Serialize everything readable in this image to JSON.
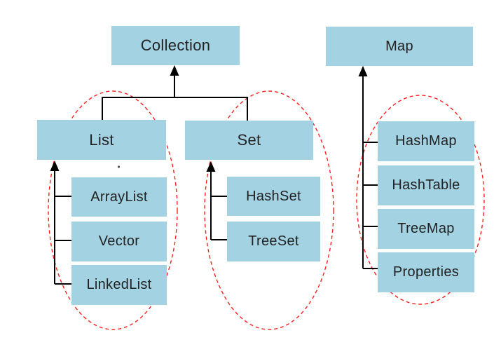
{
  "diagram": {
    "nodes": {
      "collection": {
        "label": "Collection"
      },
      "map": {
        "label": "Map"
      },
      "list": {
        "label": "List"
      },
      "set": {
        "label": "Set"
      },
      "arraylist": {
        "label": "ArrayList"
      },
      "vector": {
        "label": "Vector"
      },
      "linkedlist": {
        "label": "LinkedList"
      },
      "hashset": {
        "label": "HashSet"
      },
      "treeset": {
        "label": "TreeSet"
      },
      "hashmap": {
        "label": "HashMap"
      },
      "hashtable": {
        "label": "HashTable"
      },
      "treemap": {
        "label": "TreeMap"
      },
      "properties": {
        "label": "Properties"
      }
    },
    "edges": [
      {
        "parent": "Collection",
        "children": [
          "List",
          "Set"
        ],
        "connector": "arrow-up"
      },
      {
        "parent": "List",
        "children": [
          "ArrayList",
          "Vector",
          "LinkedList"
        ],
        "connector": "arrow-up"
      },
      {
        "parent": "Set",
        "children": [
          "HashSet",
          "TreeSet"
        ],
        "connector": "arrow-up"
      },
      {
        "parent": "Map",
        "children": [
          "HashMap",
          "HashTable",
          "TreeMap",
          "Properties"
        ],
        "connector": "arrow-up"
      }
    ],
    "groups": [
      {
        "name": "list-group",
        "shape": "dashed-ellipse",
        "encloses": [
          "List",
          "ArrayList",
          "Vector",
          "LinkedList"
        ]
      },
      {
        "name": "set-group",
        "shape": "dashed-ellipse",
        "encloses": [
          "Set",
          "HashSet",
          "TreeSet"
        ]
      },
      {
        "name": "map-group",
        "shape": "dashed-ellipse",
        "encloses": [
          "HashMap",
          "HashTable",
          "TreeMap",
          "Properties"
        ]
      }
    ],
    "colors": {
      "node_fill": "#A3D2E2",
      "connector": "#000000",
      "group_outline": "#FF2020",
      "text": "#222222",
      "background": "#FFFFFF"
    }
  }
}
